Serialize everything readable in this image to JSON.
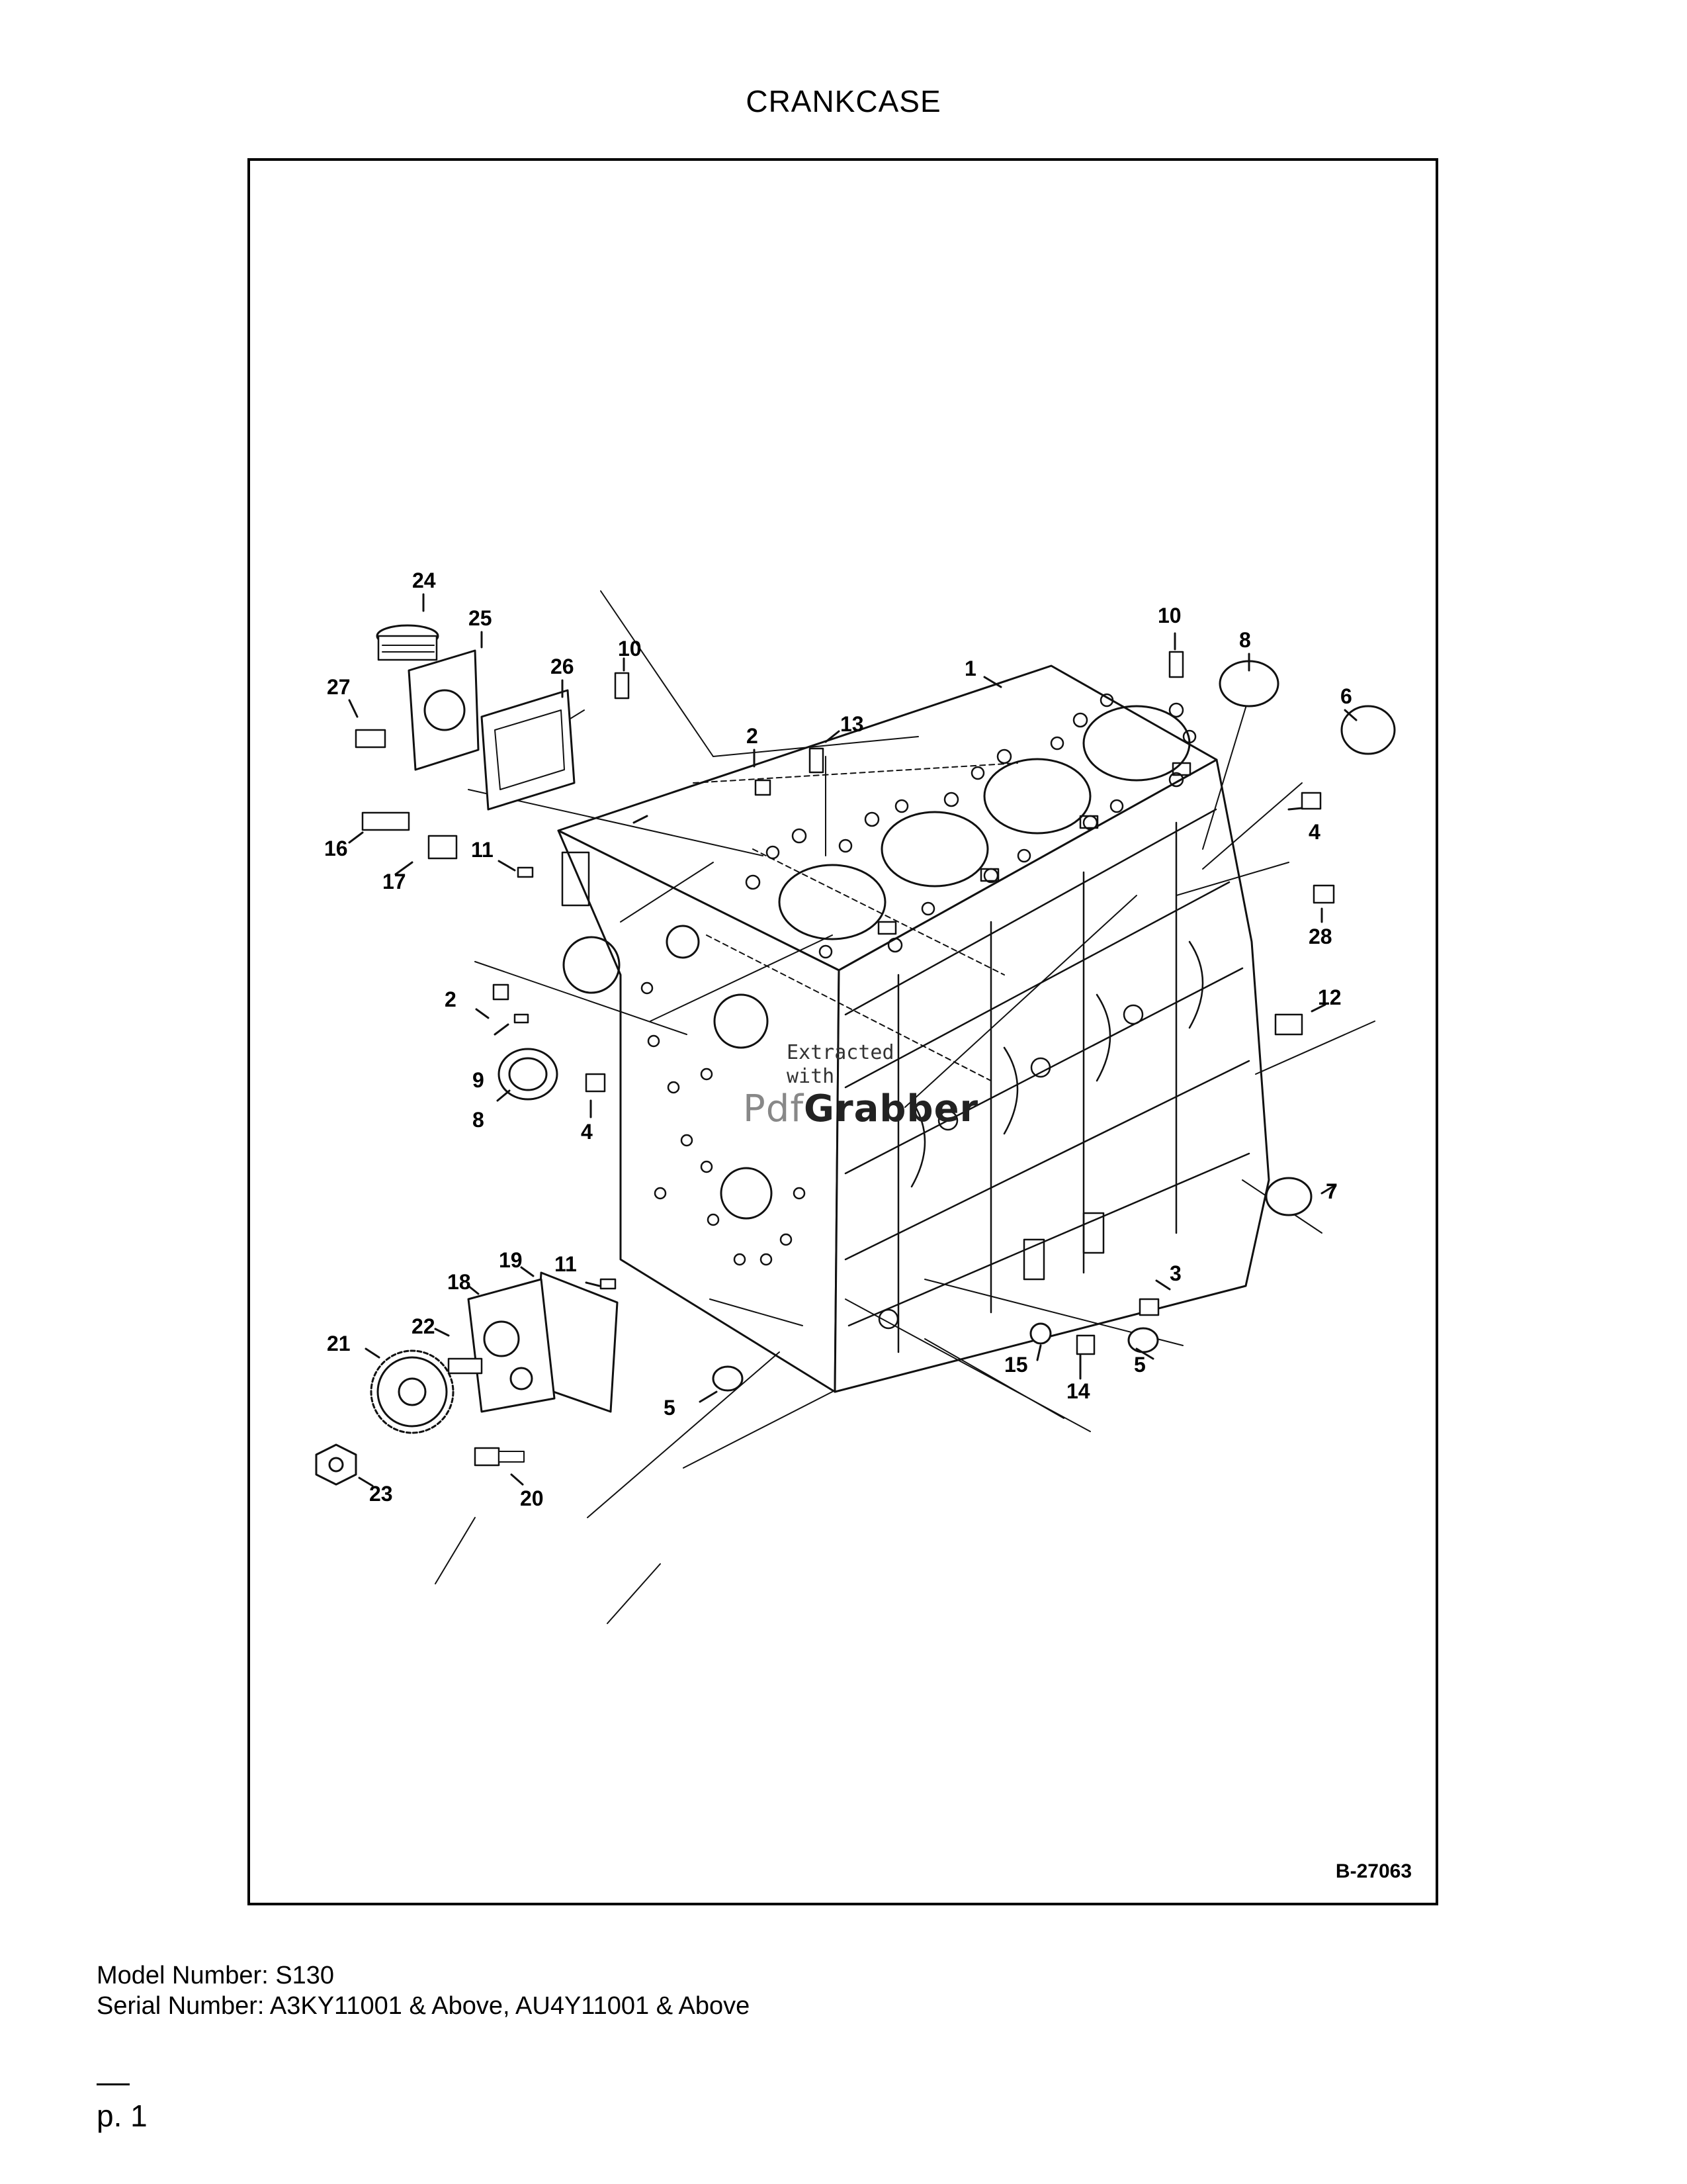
{
  "title": "CRANKCASE",
  "figure_id": "B-27063",
  "callouts": {
    "c1": "1",
    "c2a": "2",
    "c2b": "2",
    "c3": "3",
    "c4a": "4",
    "c4b": "4",
    "c5a": "5",
    "c5b": "5",
    "c6": "6",
    "c7": "7",
    "c8a": "8",
    "c8b": "8",
    "c9": "9",
    "c10a": "10",
    "c10b": "10",
    "c11a": "11",
    "c11b": "11",
    "c12": "12",
    "c13": "13",
    "c14": "14",
    "c15": "15",
    "c16": "16",
    "c17": "17",
    "c18": "18",
    "c19": "19",
    "c20": "20",
    "c21": "21",
    "c22": "22",
    "c23": "23",
    "c24": "24",
    "c25": "25",
    "c26": "26",
    "c27": "27",
    "c28": "28"
  },
  "watermark": {
    "line1": "Extracted",
    "line2": "with",
    "brand_a": "Pdf",
    "brand_b": "Grabber"
  },
  "model_line": "Model Number: S130",
  "serial_line": "Serial Number: A3KY11001 & Above, AU4Y11001 & Above",
  "page_label": "p. 1"
}
